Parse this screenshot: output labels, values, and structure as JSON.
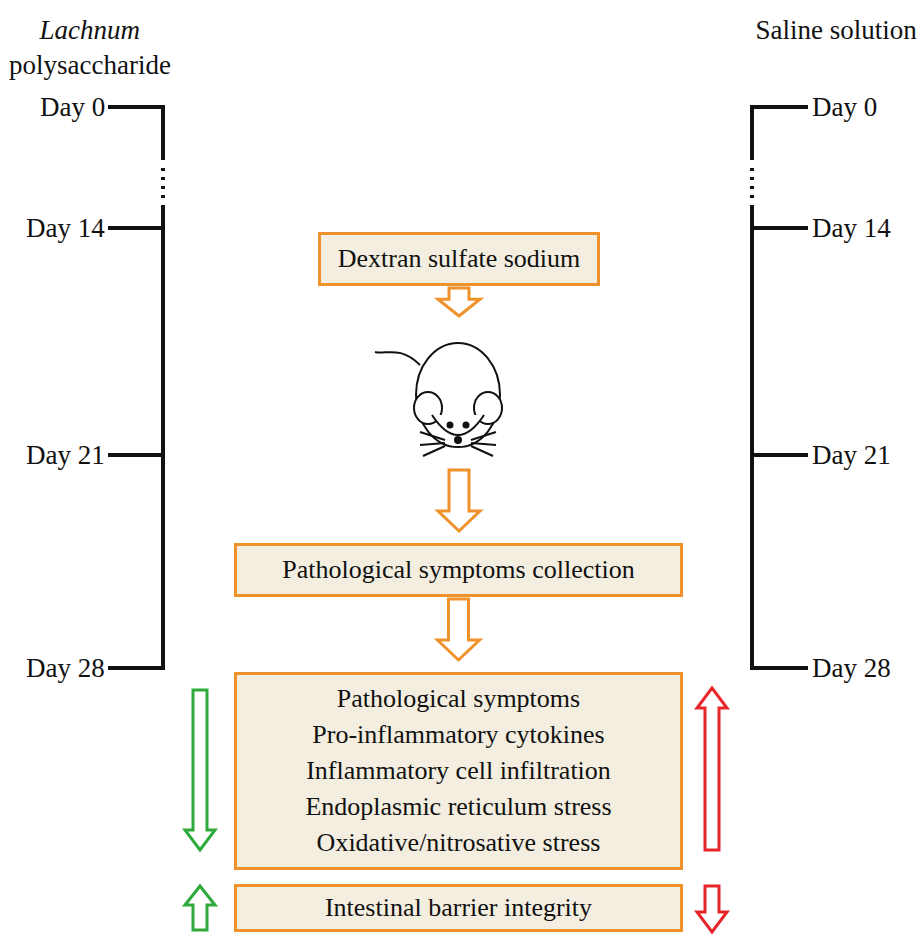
{
  "diagram": {
    "nodes": [
      {
        "text": [
          "Dextran sulfate sodium"
        ]
      },
      {
        "text": [
          "Pathological symptoms collection"
        ]
      },
      {
        "text": [
          "Pathological symptoms",
          "Pro-inflammatory cytokines",
          "Inflammatory cell infiltration",
          "Endoplasmic reticulum stress",
          "Oxidative/nitrosative stress"
        ]
      },
      {
        "text": [
          "Intestinal barrier integrity"
        ]
      }
    ],
    "edges": [
      {
        "from": 0,
        "to": 1,
        "arrow": "to"
      },
      {
        "from": 1,
        "to": 2,
        "arrow": "to"
      }
    ],
    "labels": [
      "Lachnum",
      "polysaccharide",
      "Day 0",
      "Day 14",
      "Day 21",
      "Day 28",
      "Saline solution",
      "Day 0",
      "Day 14",
      "Day 21",
      "Day 28"
    ]
  }
}
